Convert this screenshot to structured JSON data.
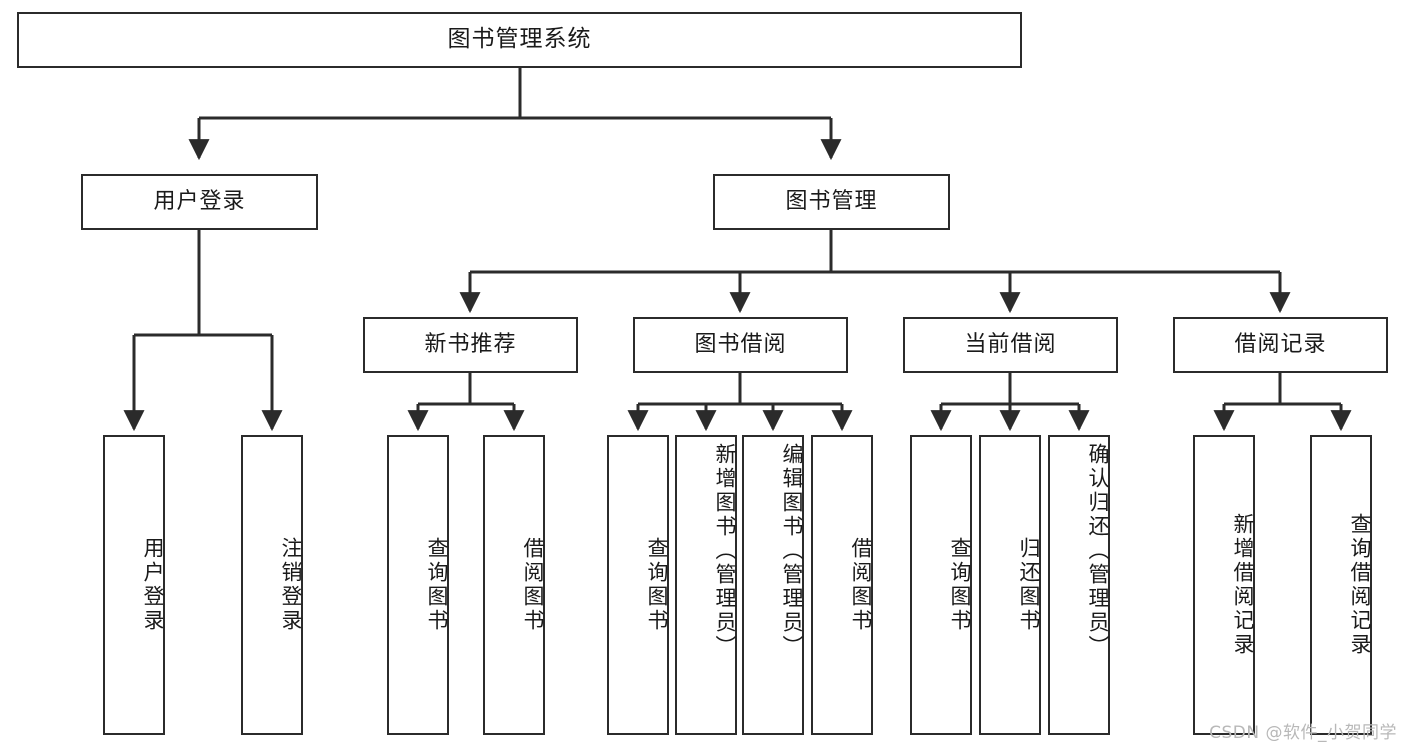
{
  "diagram": {
    "title": "图书管理系统",
    "type": "hierarchy-tree",
    "watermark": "CSDN @软件_小贺同学",
    "colors": {
      "box_border": "#2b2b2b",
      "box_fill": "#ffffff",
      "edge": "#2b2b2b",
      "text": "#1a1a1a",
      "watermark": "#b8b8b8"
    },
    "root": {
      "label": "图书管理系统"
    },
    "level1": [
      {
        "label": "用户登录"
      },
      {
        "label": "图书管理"
      }
    ],
    "level2": [
      {
        "label": "新书推荐"
      },
      {
        "label": "图书借阅"
      },
      {
        "label": "当前借阅"
      },
      {
        "label": "借阅记录"
      }
    ],
    "leaves": {
      "user_login": [
        {
          "label": "用户登录"
        },
        {
          "label": "注销登录"
        }
      ],
      "new_book_recommend": [
        {
          "label": "查询图书"
        },
        {
          "label": "借阅图书"
        }
      ],
      "book_borrow": [
        {
          "label": "查询图书"
        },
        {
          "label": "新增图书（管理员）"
        },
        {
          "label": "编辑图书（管理员）"
        },
        {
          "label": "借阅图书"
        }
      ],
      "current_borrow": [
        {
          "label": "查询图书"
        },
        {
          "label": "归还图书"
        },
        {
          "label": "确认归还（管理员）"
        }
      ],
      "borrow_record": [
        {
          "label": "新增借阅记录"
        },
        {
          "label": "查询借阅记录"
        }
      ]
    }
  }
}
